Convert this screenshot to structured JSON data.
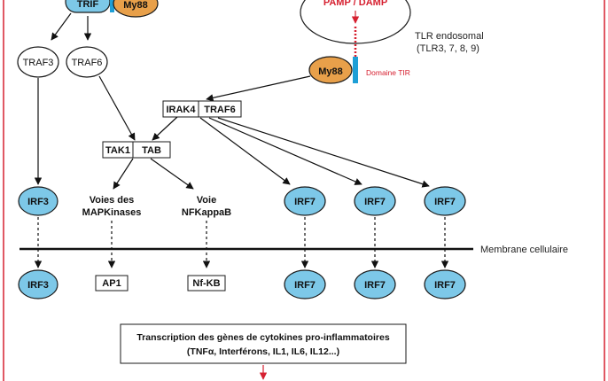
{
  "nodes": {
    "trif": "TRIF",
    "my88_top": "My88",
    "traf3": "TRAF3",
    "traf6_left": "TRAF6",
    "pamp_damp": "PAMP / DAMP",
    "tlr_endosomal_line1": "TLR endosomal",
    "tlr_endosomal_line2": "(TLR3, 7, 8, 9)",
    "my88_right": "My88",
    "domaine_tir": "Domaine TIR",
    "irak4": "IRAK4",
    "traf6_box": "TRAF6",
    "tak1": "TAK1",
    "tab": "TAB",
    "irf3_upper": "IRF3",
    "voies_map_line1": "Voies des",
    "voies_map_line2": "MAPKinases",
    "voie_nfk_line1": "Voie",
    "voie_nfk_line2": "NFKappaB",
    "irf7_upper": [
      "IRF7",
      "IRF7",
      "IRF7"
    ],
    "membrane": "Membrane cellulaire",
    "irf3_lower": "IRF3",
    "ap1": "AP1",
    "nfkb": "Nf-KB",
    "irf7_lower": [
      "IRF7",
      "IRF7",
      "IRF7"
    ],
    "transcription_line1": "Transcription des gènes de cytokines pro-inflammatoires",
    "transcription_line2": "(TNFα, Interférons, IL1, IL6, IL12...)"
  },
  "colors": {
    "frame_red": "#d62030",
    "irf_blue": "#7dc8e8",
    "myd88_orange": "#e8a04a",
    "tir_blue": "#1e9fd6"
  }
}
